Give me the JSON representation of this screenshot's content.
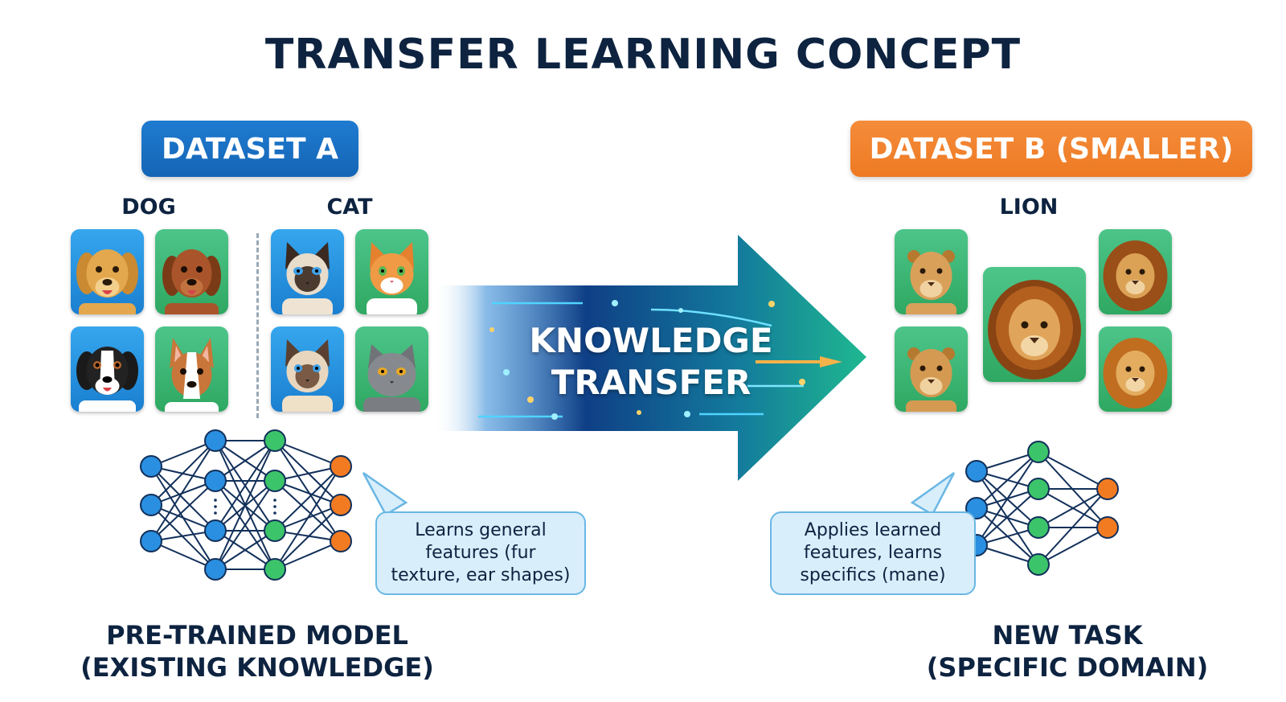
{
  "title": "TRANSFER LEARNING CONCEPT",
  "dataset_a": {
    "label": "DATASET A",
    "groups": [
      {
        "label": "DOG",
        "tiles": [
          {
            "animal": "golden-retriever",
            "bg": "blue"
          },
          {
            "animal": "brown-dog",
            "bg": "green"
          },
          {
            "animal": "bernese-dog",
            "bg": "blue"
          },
          {
            "animal": "terrier-dog",
            "bg": "green"
          }
        ]
      },
      {
        "label": "CAT",
        "tiles": [
          {
            "animal": "siamese-cat",
            "bg": "blue"
          },
          {
            "animal": "orange-cat",
            "bg": "green"
          },
          {
            "animal": "siamese-cat-2",
            "bg": "blue"
          },
          {
            "animal": "grey-cat",
            "bg": "green"
          }
        ]
      }
    ]
  },
  "dataset_b": {
    "label": "DATASET B (SMALLER)",
    "group_label": "LION"
  },
  "transfer": {
    "line1": "KNOWLEDGE",
    "line2": "TRANSFER"
  },
  "left_bubble": {
    "line1": "Learns general",
    "line2": "features (fur",
    "line3": "texture, ear shapes)"
  },
  "right_bubble": {
    "line1": "Applies learned",
    "line2": "features, learns",
    "line3": "specifics (mane)"
  },
  "left_caption": {
    "line1": "PRE-TRAINED MODEL",
    "line2": "(EXISTING KNOWLEDGE)"
  },
  "right_caption": {
    "line1": "NEW TASK",
    "line2": "(SPECIFIC DOMAIN)"
  },
  "colors": {
    "dataset_a": "#1a6fc4",
    "dataset_b": "#f08228",
    "node_blue": "#2a8fe0",
    "node_green": "#3cc46a",
    "node_orange": "#f27b22",
    "edge": "#12305a",
    "arrow_start": "#0f3f86",
    "arrow_end": "#1fb890"
  }
}
